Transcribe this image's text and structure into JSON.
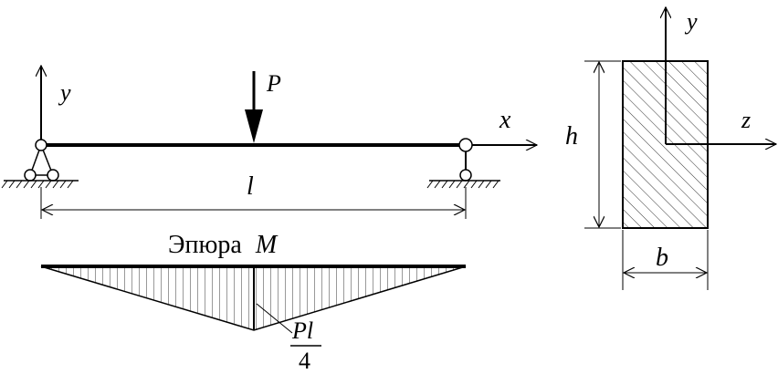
{
  "labels": {
    "load": "P",
    "span": "l",
    "axis_x": "x",
    "axis_y_beam": "y",
    "axis_y_section": "y",
    "axis_z": "z",
    "height": "h",
    "width": "b",
    "diagram_title": "Эпюра",
    "diagram_symbol": "M",
    "max_numerator": "Pl",
    "max_denominator": "4"
  },
  "colors": {
    "ink": "#000000",
    "background": "#ffffff"
  }
}
